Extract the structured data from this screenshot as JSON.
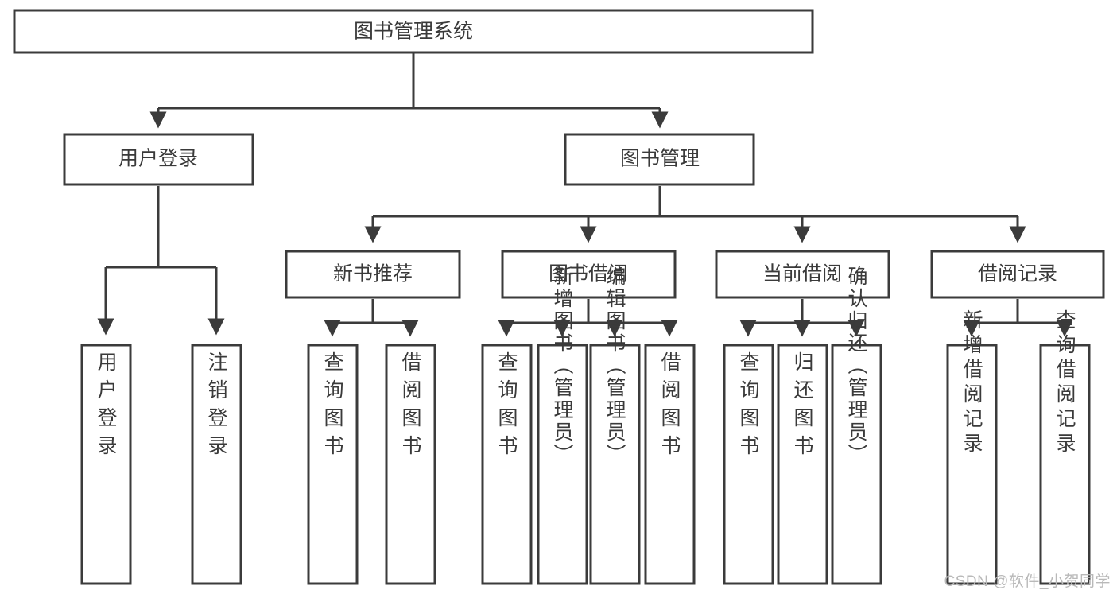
{
  "diagram": {
    "type": "tree",
    "title": "图书管理系统",
    "orientation": "top-down",
    "colors": {
      "box_stroke": "#3b3b3b",
      "box_fill": "#ffffff",
      "text": "#3a3a3a",
      "background": "#ffffff",
      "watermark": "#b9b9b9"
    },
    "levels": {
      "root": {
        "label": "图书管理系统"
      },
      "level2": [
        {
          "label": "用户登录"
        },
        {
          "label": "图书管理"
        }
      ],
      "level3": [
        {
          "label": "新书推荐"
        },
        {
          "label": "图书借阅"
        },
        {
          "label": "当前借阅"
        },
        {
          "label": "借阅记录"
        }
      ],
      "leaves": [
        {
          "label": "用户登录",
          "parent": "用户登录"
        },
        {
          "label": "注销登录",
          "parent": "用户登录"
        },
        {
          "label": "查询图书",
          "parent": "新书推荐"
        },
        {
          "label": "借阅图书",
          "parent": "新书推荐"
        },
        {
          "label": "查询图书",
          "parent": "图书借阅"
        },
        {
          "label": "新增图书（管理员）",
          "parent": "图书借阅"
        },
        {
          "label": "编辑图书（管理员）",
          "parent": "图书借阅"
        },
        {
          "label": "借阅图书",
          "parent": "图书借阅"
        },
        {
          "label": "查询图书",
          "parent": "当前借阅"
        },
        {
          "label": "归还图书",
          "parent": "当前借阅"
        },
        {
          "label": "确认归还（管理员）",
          "parent": "当前借阅"
        },
        {
          "label": "新增借阅记录",
          "parent": "借阅记录"
        },
        {
          "label": "查询借阅记录",
          "parent": "借阅记录"
        }
      ]
    }
  },
  "watermark": {
    "text": "CSDN @软件_小贺同学"
  }
}
